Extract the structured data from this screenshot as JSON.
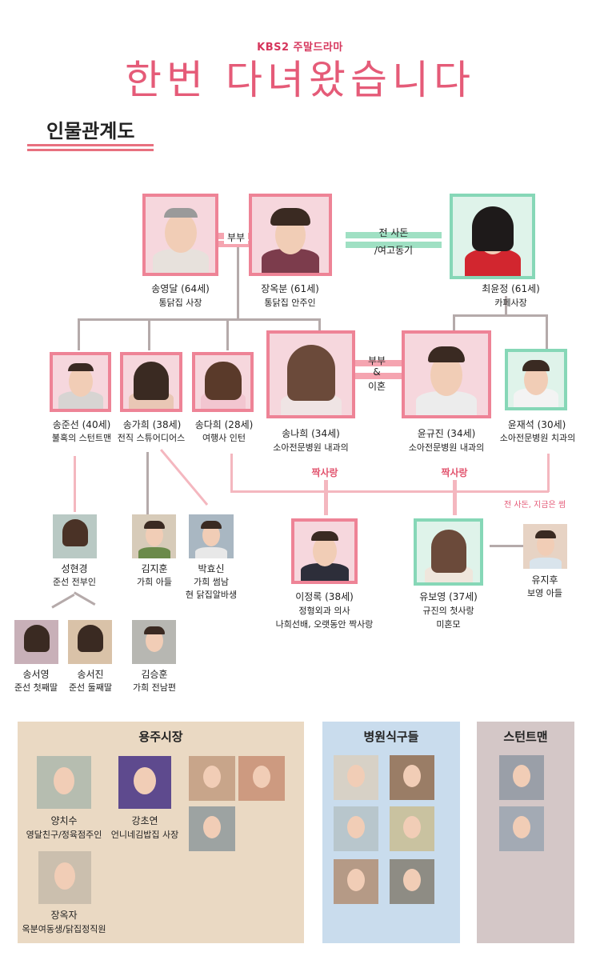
{
  "header": {
    "brand": "KBS2 주말드라마",
    "title": "한번 다녀왔습니다",
    "section_title": "인물관계도"
  },
  "relations": {
    "couple_parents": "부부",
    "ex_inlaw_line1": "전 사돈",
    "ex_inlaw_line2": "/여고동기",
    "couple_main_1": "부부",
    "couple_main_2": "&",
    "couple_main_3": "이혼",
    "crush_left": "짝사랑",
    "crush_right": "짝사랑",
    "ex_inlaw_note": "전 사돈, 지금은 썸"
  },
  "characters": [
    {
      "id": "song-youngdal",
      "name": "송영달 (64세)",
      "role": "통닭집 사장"
    },
    {
      "id": "jang-okbun",
      "name": "장옥분 (61세)",
      "role": "통닭집 안주인"
    },
    {
      "id": "choi-yunjeong",
      "name": "최윤정 (61세)",
      "role": "카페사장"
    },
    {
      "id": "song-junseon",
      "name": "송준선 (40세)",
      "role": "불혹의 스턴트맨"
    },
    {
      "id": "song-gahee",
      "name": "송가희 (38세)",
      "role": "전직 스튜어디어스"
    },
    {
      "id": "song-dahee",
      "name": "송다희 (28세)",
      "role": "여행사 인턴"
    },
    {
      "id": "song-nahee",
      "name": "송나희 (34세)",
      "role": "소아전문병원 내과의"
    },
    {
      "id": "yun-gyujin",
      "name": "윤규진 (34세)",
      "role": "소아전문병원 내과의"
    },
    {
      "id": "yun-jaeseok",
      "name": "윤재석 (30세)",
      "role": "소아전문병원 치과의"
    },
    {
      "id": "seong-hyeongyeong",
      "name": "성현경",
      "role": "준선 전부인"
    },
    {
      "id": "kim-jihun",
      "name": "김지훈",
      "role": "가희 아들"
    },
    {
      "id": "park-hyosin",
      "name": "박효신",
      "role": "가희 썸남",
      "role2": "현 닭집알바생"
    },
    {
      "id": "lee-jeongrok",
      "name": "이정록 (38세)",
      "role": "정형외과 의사",
      "role2": "나희선배, 오랫동안 짝사랑"
    },
    {
      "id": "yu-boyeong",
      "name": "유보영 (37세)",
      "role": "규진의 첫사랑",
      "role2": "미혼모"
    },
    {
      "id": "yu-jihu",
      "name": "유지후",
      "role": "보영 아들"
    },
    {
      "id": "song-seoyeong",
      "name": "송서영",
      "role": "준선 첫째딸"
    },
    {
      "id": "song-seojin",
      "name": "송서진",
      "role": "준선 둘째딸"
    },
    {
      "id": "kim-seunghun",
      "name": "김승훈",
      "role": "가희 전남편"
    }
  ],
  "groups": {
    "market": {
      "title": "용주시장",
      "members": [
        {
          "name": "양치수",
          "role": "영달친구/정육점주인"
        },
        {
          "name": "강초연",
          "role": "언니네김밥집 사장"
        },
        {
          "name": "장옥자",
          "role": "옥분여동생/닭집정직원"
        }
      ]
    },
    "hospital": {
      "title": "병원식구들"
    },
    "stunt": {
      "title": "스턴트맨"
    }
  },
  "colors": {
    "pink_border": "#ee8396",
    "green_border": "#86d7b7",
    "market_bg": "#ead9c3",
    "hospital_bg": "#c9dced",
    "stunt_bg": "#d4c7c7",
    "title_pink": "#e55b78"
  }
}
